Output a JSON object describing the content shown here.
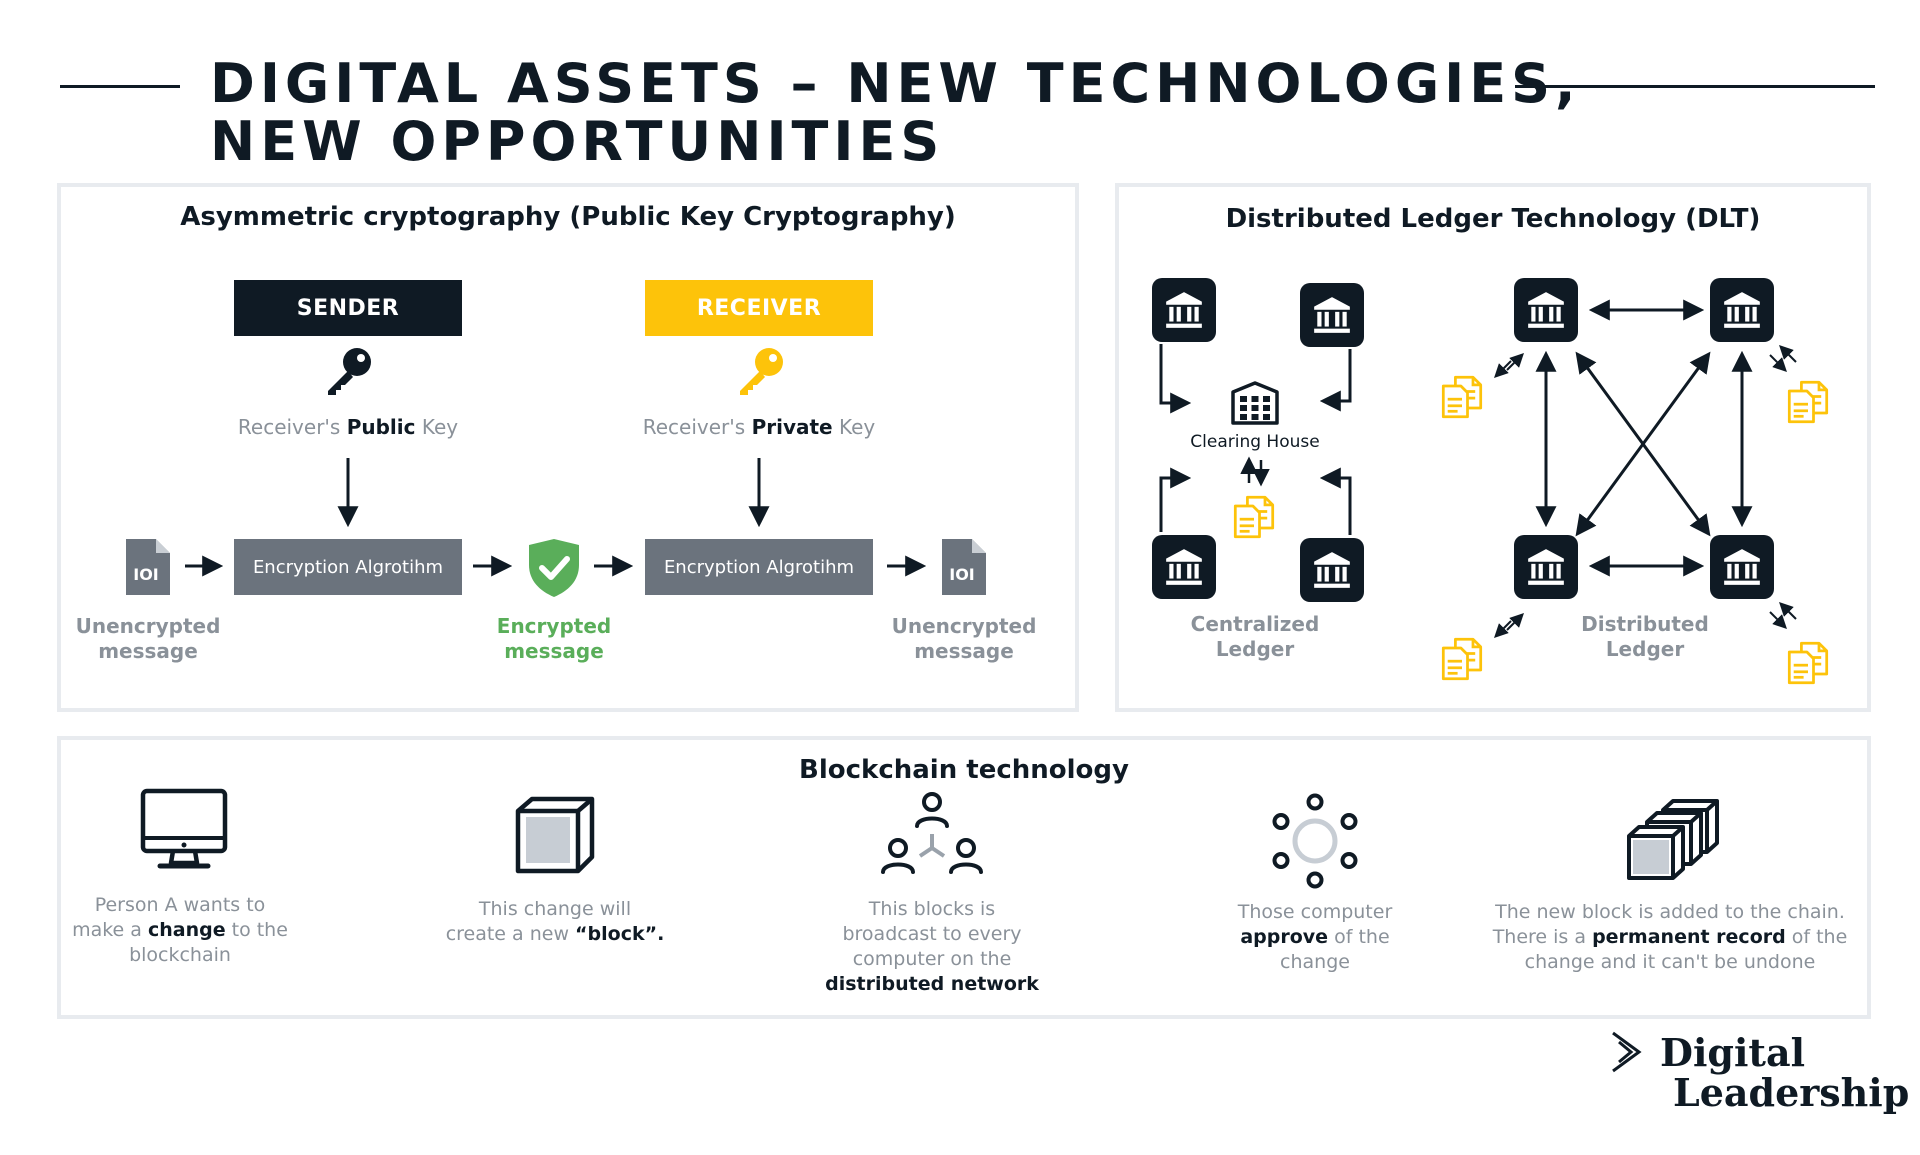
{
  "title": {
    "line1": "DIGITAL ASSETS – NEW TECHNOLOGIES,",
    "line2": "NEW OPPORTUNITIES"
  },
  "crypto": {
    "heading": "Asymmetric cryptography (Public Key Cryptography)",
    "sender": "SENDER",
    "receiver": "RECEIVER",
    "public_key": {
      "pre": "Receiver's ",
      "bold": "Public",
      "post": " Key"
    },
    "private_key": {
      "pre": "Receiver's ",
      "bold": "Private",
      "post": " Key"
    },
    "algo_left": "Encryption Algrotihm",
    "algo_right": "Encryption Algrotihm",
    "file_glyph": "IOI",
    "unencrypted_left": [
      "Unencrypted",
      "message"
    ],
    "encrypted": [
      "Encrypted",
      "message"
    ],
    "unencrypted_right": [
      "Unencrypted",
      "message"
    ]
  },
  "dlt": {
    "heading": "Distributed Ledger Technology (DLT)",
    "clearing_house": "Clearing House",
    "centralized": [
      "Centralized",
      "Ledger"
    ],
    "distributed": [
      "Distributed",
      "Ledger"
    ]
  },
  "blockchain": {
    "heading": "Blockchain technology",
    "step1": {
      "a": "Person A wants to",
      "b_pre": "make a ",
      "b_bold": "change",
      "b_post": " to the",
      "c": "blockchain"
    },
    "step2": {
      "a": "This change will",
      "b_pre": "create a new ",
      "b_bold": "“block”."
    },
    "step3": {
      "a": "This blocks is",
      "b": "broadcast to every",
      "c": "computer on the",
      "d_bold": "distributed network"
    },
    "step4": {
      "a": "Those computer",
      "b_bold": "approve",
      "b_post": " of the",
      "c": "change"
    },
    "step5": {
      "a": "The new block is added to the chain.",
      "b_pre": "There is a ",
      "b_bold": "permanent record",
      "b_post": " of the",
      "c": "change and it can't be undone"
    }
  },
  "logo": {
    "line1": "Digital",
    "line2": "Leadership"
  },
  "colors": {
    "navy": "#0f1a24",
    "yellow": "#fdc30a",
    "gray": "#6b737d",
    "green": "#5aae5a",
    "light_gray": "#8a9199"
  },
  "icons": [
    "key-icon",
    "document-binary-icon",
    "shield-check-icon",
    "bank-icon",
    "building-icon",
    "documents-icon",
    "monitor-icon",
    "cube-icon",
    "network-people-icon",
    "nodes-ring-icon",
    "stacked-cubes-icon",
    "logo-chevron-icon"
  ]
}
